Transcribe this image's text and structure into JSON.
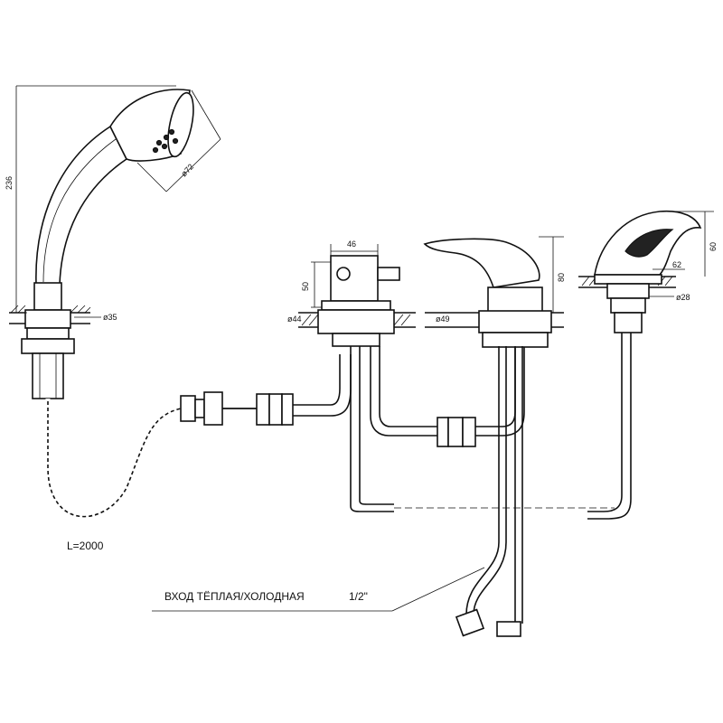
{
  "drawing": {
    "dimensions": {
      "shower_height": "236",
      "head_diameter": "ø72",
      "shower_hole": "ø35",
      "diverter_width": "46",
      "diverter_height": "50",
      "diverter_hole": "ø44",
      "mixer_hole": "ø49",
      "mixer_height": "80",
      "spout_height": "60",
      "spout_depth": "62",
      "spout_hole": "ø28"
    },
    "hose_length": "L=2000",
    "inlet_label": "ВХОД  ТЁПЛАЯ/ХОЛОДНАЯ",
    "inlet_size": "1/2\""
  }
}
